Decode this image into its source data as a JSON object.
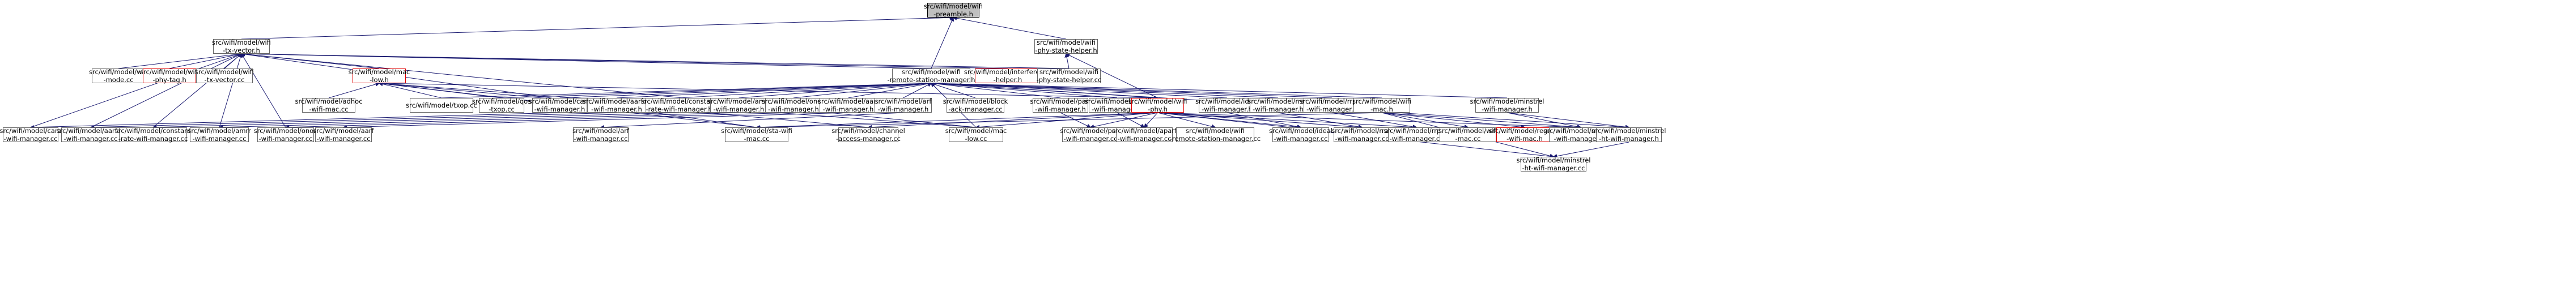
{
  "colors": {
    "edge": "#191970",
    "border": "#666666",
    "highlight_border": "#e00000",
    "root_fill": "#bfbfbf"
  },
  "nodes": {
    "preamble": {
      "lines": [
        "src/wifi/model/wifi",
        "-preamble.h"
      ],
      "style": "gray"
    },
    "txvector_h": {
      "lines": [
        "src/wifi/model/wifi",
        "-tx-vector.h"
      ],
      "style": "normal"
    },
    "phystatehelper_h": {
      "lines": [
        "src/wifi/model/wifi",
        "-phy-state-helper.h"
      ],
      "style": "normal"
    },
    "wifimode_cc": {
      "lines": [
        "src/wifi/model/wifi",
        "-mode.cc"
      ],
      "style": "normal"
    },
    "wifiphytag_h": {
      "lines": [
        "src/wifi/model/wifi",
        "-phy-tag.h"
      ],
      "style": "red"
    },
    "txvector_cc": {
      "lines": [
        "src/wifi/model/wifi",
        "-tx-vector.cc"
      ],
      "style": "normal"
    },
    "maclow_h": {
      "lines": [
        "src/wifi/model/mac",
        "-low.h"
      ],
      "style": "red"
    },
    "rsm_h": {
      "lines": [
        "src/wifi/model/wifi",
        "-remote-station-manager.h"
      ],
      "style": "normal"
    },
    "interference_h": {
      "lines": [
        "src/wifi/model/interference",
        "-helper.h"
      ],
      "style": "red"
    },
    "phystatehelper_cc": {
      "lines": [
        "src/wifi/model/wifi",
        "-phy-state-helper.cc"
      ],
      "style": "normal"
    },
    "adhoc_cc": {
      "lines": [
        "src/wifi/model/adhoc",
        "-wifi-mac.cc"
      ],
      "style": "normal"
    },
    "txop_cc": {
      "lines": [
        "src/wifi/model/txop.cc"
      ],
      "style": "normal"
    },
    "qos_txop_cc": {
      "lines": [
        "src/wifi/model/qos",
        "-txop.cc"
      ],
      "style": "normal"
    },
    "cara_h": {
      "lines": [
        "src/wifi/model/cara",
        "-wifi-manager.h"
      ],
      "style": "normal"
    },
    "aarfcd_h": {
      "lines": [
        "src/wifi/model/aarfcd",
        "-wifi-manager.h"
      ],
      "style": "normal"
    },
    "constrate_h": {
      "lines": [
        "src/wifi/model/constant",
        "-rate-wifi-manager.h"
      ],
      "style": "normal"
    },
    "amrr_h": {
      "lines": [
        "src/wifi/model/amrr",
        "-wifi-manager.h"
      ],
      "style": "normal"
    },
    "onoe_h": {
      "lines": [
        "src/wifi/model/onoe",
        "-wifi-manager.h"
      ],
      "style": "normal"
    },
    "aarf_h": {
      "lines": [
        "src/wifi/model/aarf",
        "-wifi-manager.h"
      ],
      "style": "normal"
    },
    "arf_h": {
      "lines": [
        "src/wifi/model/arf",
        "-wifi-manager.h"
      ],
      "style": "normal"
    },
    "blockack_cc": {
      "lines": [
        "src/wifi/model/block",
        "-ack-manager.cc"
      ],
      "style": "normal"
    },
    "parf_h": {
      "lines": [
        "src/wifi/model/parf",
        "-wifi-manager.h"
      ],
      "style": "normal"
    },
    "aparf_h": {
      "lines": [
        "src/wifi/model/aparf",
        "-wifi-manager.h"
      ],
      "style": "normal"
    },
    "wifiphy_h": {
      "lines": [
        "src/wifi/model/wifi",
        "-phy.h"
      ],
      "style": "red"
    },
    "ideal_h": {
      "lines": [
        "src/wifi/model/ideal",
        "-wifi-manager.h"
      ],
      "style": "normal"
    },
    "rraa_h": {
      "lines": [
        "src/wifi/model/rraa",
        "-wifi-manager.h"
      ],
      "style": "normal"
    },
    "rrpaa_h": {
      "lines": [
        "src/wifi/model/rrpaa",
        "-wifi-manager.h"
      ],
      "style": "normal"
    },
    "wifimac_h": {
      "lines": [
        "src/wifi/model/wifi",
        "-mac.h"
      ],
      "style": "normal"
    },
    "minstrel_h": {
      "lines": [
        "src/wifi/model/minstrel",
        "-wifi-manager.h"
      ],
      "style": "normal"
    },
    "cara_cc": {
      "lines": [
        "src/wifi/model/cara",
        "-wifi-manager.cc"
      ],
      "style": "normal"
    },
    "aarfcd_cc": {
      "lines": [
        "src/wifi/model/aarfcd",
        "-wifi-manager.cc"
      ],
      "style": "normal"
    },
    "constrate_cc": {
      "lines": [
        "src/wifi/model/constant",
        "-rate-wifi-manager.cc"
      ],
      "style": "normal"
    },
    "amrr_cc": {
      "lines": [
        "src/wifi/model/amrr",
        "-wifi-manager.cc"
      ],
      "style": "normal"
    },
    "onoe_cc": {
      "lines": [
        "src/wifi/model/onoe",
        "-wifi-manager.cc"
      ],
      "style": "normal"
    },
    "aarf_cc": {
      "lines": [
        "src/wifi/model/aarf",
        "-wifi-manager.cc"
      ],
      "style": "normal"
    },
    "arf_cc": {
      "lines": [
        "src/wifi/model/arf",
        "-wifi-manager.cc"
      ],
      "style": "normal"
    },
    "stawifimac_cc": {
      "lines": [
        "src/wifi/model/sta-wifi",
        "-mac.cc"
      ],
      "style": "normal"
    },
    "channelaccess_cc": {
      "lines": [
        "src/wifi/model/channel",
        "-access-manager.cc"
      ],
      "style": "normal"
    },
    "maclow_cc": {
      "lines": [
        "src/wifi/model/mac",
        "-low.cc"
      ],
      "style": "normal"
    },
    "parf_cc": {
      "lines": [
        "src/wifi/model/parf",
        "-wifi-manager.cc"
      ],
      "style": "normal"
    },
    "aparf_cc": {
      "lines": [
        "src/wifi/model/aparf",
        "-wifi-manager.cc"
      ],
      "style": "normal"
    },
    "rsm_cc": {
      "lines": [
        "src/wifi/model/wifi",
        "-remote-station-manager.cc"
      ],
      "style": "normal"
    },
    "ideal_cc": {
      "lines": [
        "src/wifi/model/ideal",
        "-wifi-manager.cc"
      ],
      "style": "normal"
    },
    "rraa_cc": {
      "lines": [
        "src/wifi/model/rraa",
        "-wifi-manager.cc"
      ],
      "style": "normal"
    },
    "rrpaa_cc": {
      "lines": [
        "src/wifi/model/rrpaa",
        "-wifi-manager.cc"
      ],
      "style": "normal"
    },
    "wifimac_cc": {
      "lines": [
        "src/wifi/model/wifi",
        "-mac.cc"
      ],
      "style": "normal"
    },
    "regularmac_h": {
      "lines": [
        "src/wifi/model/regular",
        "-wifi-mac.h"
      ],
      "style": "red"
    },
    "minstrel_cc": {
      "lines": [
        "src/wifi/model/minstrel",
        "-wifi-manager.cc"
      ],
      "style": "normal"
    },
    "minstrelht_h": {
      "lines": [
        "src/wifi/model/minstrel",
        "-ht-wifi-manager.h"
      ],
      "style": "normal"
    },
    "minstrelht_cc": {
      "lines": [
        "src/wifi/model/minstrel",
        "-ht-wifi-manager.cc"
      ],
      "style": "normal"
    }
  },
  "edges": [
    [
      "txvector_h",
      "preamble"
    ],
    [
      "rsm_h",
      "preamble"
    ],
    [
      "phystatehelper_h",
      "preamble"
    ],
    [
      "wifimode_cc",
      "txvector_h"
    ],
    [
      "wifiphytag_h",
      "txvector_h"
    ],
    [
      "txvector_cc",
      "txvector_h"
    ],
    [
      "maclow_h",
      "txvector_h"
    ],
    [
      "rsm_h",
      "txvector_h"
    ],
    [
      "interference_h",
      "txvector_h"
    ],
    [
      "phystatehelper_cc",
      "txvector_h"
    ],
    [
      "cara_cc",
      "txvector_h"
    ],
    [
      "aarfcd_cc",
      "txvector_h"
    ],
    [
      "constrate_cc",
      "txvector_h"
    ],
    [
      "amrr_cc",
      "txvector_h"
    ],
    [
      "onoe_cc",
      "txvector_h"
    ],
    [
      "stawifimac_cc",
      "txvector_h"
    ],
    [
      "maclow_cc",
      "txvector_h"
    ],
    [
      "phystatehelper_cc",
      "phystatehelper_h"
    ],
    [
      "wifiphy_h",
      "phystatehelper_h"
    ],
    [
      "adhoc_cc",
      "maclow_h"
    ],
    [
      "txop_cc",
      "maclow_h"
    ],
    [
      "qos_txop_cc",
      "maclow_h"
    ],
    [
      "stawifimac_cc",
      "maclow_h"
    ],
    [
      "channelaccess_cc",
      "maclow_h"
    ],
    [
      "maclow_cc",
      "maclow_h"
    ],
    [
      "txop_cc",
      "rsm_h"
    ],
    [
      "qos_txop_cc",
      "rsm_h"
    ],
    [
      "cara_h",
      "rsm_h"
    ],
    [
      "aarfcd_h",
      "rsm_h"
    ],
    [
      "constrate_h",
      "rsm_h"
    ],
    [
      "amrr_h",
      "rsm_h"
    ],
    [
      "onoe_h",
      "rsm_h"
    ],
    [
      "aarf_h",
      "rsm_h"
    ],
    [
      "arf_h",
      "rsm_h"
    ],
    [
      "blockack_cc",
      "rsm_h"
    ],
    [
      "parf_h",
      "rsm_h"
    ],
    [
      "aparf_h",
      "rsm_h"
    ],
    [
      "wifiphy_h",
      "rsm_h"
    ],
    [
      "ideal_h",
      "rsm_h"
    ],
    [
      "rraa_h",
      "rsm_h"
    ],
    [
      "rrpaa_h",
      "rsm_h"
    ],
    [
      "wifimac_h",
      "rsm_h"
    ],
    [
      "minstrel_h",
      "rsm_h"
    ],
    [
      "minstrelht_h",
      "rsm_h"
    ],
    [
      "maclow_cc",
      "rsm_h"
    ],
    [
      "cara_h",
      "cara_cc"
    ],
    [
      "aarfcd_h",
      "aarfcd_cc"
    ],
    [
      "constrate_h",
      "constrate_cc"
    ],
    [
      "amrr_h",
      "amrr_cc"
    ],
    [
      "onoe_h",
      "onoe_cc"
    ],
    [
      "aarf_h",
      "aarf_cc"
    ],
    [
      "arf_h",
      "arf_cc"
    ],
    [
      "parf_h",
      "parf_cc"
    ],
    [
      "aparf_h",
      "aparf_cc"
    ],
    [
      "maclow_h",
      "wifiphy_h"
    ],
    [
      "wifiphy_h",
      "channelaccess_cc"
    ],
    [
      "wifiphy_h",
      "maclow_cc"
    ],
    [
      "wifiphy_h",
      "rsm_cc"
    ],
    [
      "wifiphy_h",
      "ideal_cc"
    ],
    [
      "wifiphy_h",
      "rraa_cc"
    ],
    [
      "wifiphy_h",
      "rrpaa_cc"
    ],
    [
      "wifiphy_h",
      "minstrelht_cc"
    ],
    [
      "wifiphy_h",
      "minstrel_cc"
    ],
    [
      "wifiphy_h",
      "stawifimac_cc"
    ],
    [
      "wifiphy_h",
      "parf_cc"
    ],
    [
      "wifiphy_h",
      "aparf_cc"
    ],
    [
      "ideal_h",
      "ideal_cc"
    ],
    [
      "rraa_h",
      "rraa_cc"
    ],
    [
      "rrpaa_h",
      "rrpaa_cc"
    ],
    [
      "wifimac_h",
      "wifimac_cc"
    ],
    [
      "wifimac_h",
      "regularmac_h"
    ],
    [
      "wifimac_h",
      "minstrel_cc"
    ],
    [
      "wifimac_h",
      "minstrelht_cc"
    ],
    [
      "wifimac_h",
      "stawifimac_cc"
    ],
    [
      "minstrel_h",
      "minstrel_cc"
    ],
    [
      "minstrel_h",
      "minstrelht_h"
    ],
    [
      "minstrelht_h",
      "minstrelht_cc"
    ]
  ]
}
